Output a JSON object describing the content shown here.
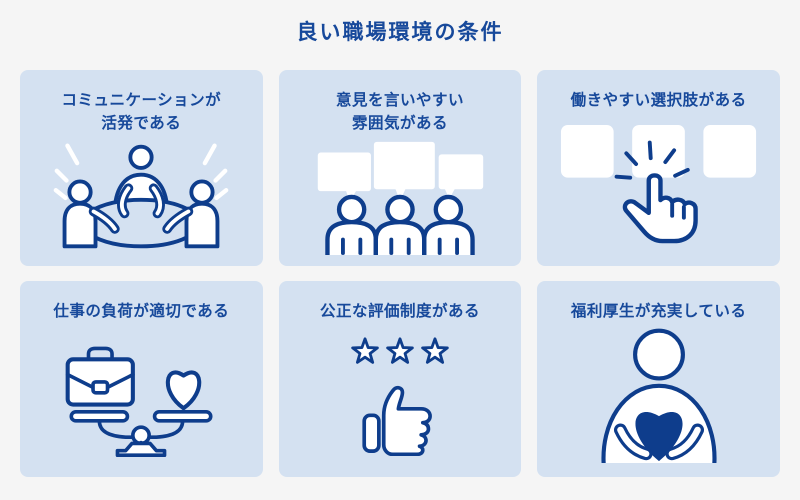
{
  "title": "良い職場環境の条件",
  "colors": {
    "page_bg": "#f5f5f5",
    "card_bg": "#d4e1f1",
    "title_text": "#17499b",
    "icon_stroke": "#0e3d8c",
    "icon_fill": "#ffffff",
    "heart_fill": "#0e3d8c"
  },
  "cards": [
    {
      "label": "コミュニケーションが\n活発である",
      "icon": "meeting-table-icon"
    },
    {
      "label": "意見を言いやすい\n雰囲気がある",
      "icon": "speech-bubbles-icon"
    },
    {
      "label": "働きやすい選択肢がある",
      "icon": "click-choice-icon"
    },
    {
      "label": "仕事の負荷が適切である",
      "icon": "balance-scale-icon"
    },
    {
      "label": "公正な評価制度がある",
      "icon": "stars-thumbs-up-icon"
    },
    {
      "label": "福利厚生が充実している",
      "icon": "holding-heart-icon"
    }
  ]
}
